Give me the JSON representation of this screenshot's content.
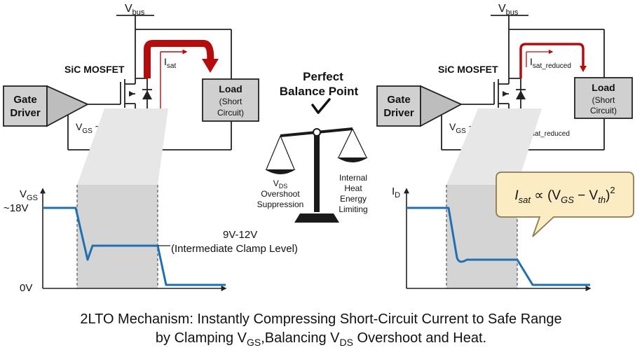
{
  "left_circuit": {
    "vbus": "V",
    "vbus_sub": "bus",
    "mosfet_label": "SiC MOSFET",
    "isat": "I",
    "isat_sub": "sat",
    "gate_line1": "Gate",
    "gate_line2": "Driver",
    "load_line1": "Load",
    "load_line2": "(Short",
    "load_line3": "Circuit)",
    "vgs": "V",
    "vgs_sub": "GS",
    "vgs_value": " ~18V"
  },
  "right_circuit": {
    "vbus": "V",
    "vbus_sub": "bus",
    "mosfet_label": "SiC MOSFET",
    "isat_top": "I",
    "isat_top_sub": "sat_reduced",
    "isat_bot": "I",
    "isat_bot_sub": "sat_reduced",
    "gate_line1": "Gate",
    "gate_line2": "Driver",
    "load_line1": "Load",
    "load_line2": "(Short",
    "load_line3": "Circuit)",
    "vgs": "V",
    "vgs_sub": "GS",
    "vgs_value": " ~18V"
  },
  "balance": {
    "title_line1": "Perfect",
    "title_line2": "Balance Point",
    "left_pan_v": "V",
    "left_pan_sub": "DS",
    "left_line2": "Overshoot",
    "left_line3": "Suppression",
    "right_line1": "Internal",
    "right_line2": "Heat",
    "right_line3": "Energy",
    "right_line4": "Limiting"
  },
  "left_graph": {
    "ylabel": "V",
    "ylabel_sub": "GS",
    "tick_top": "~18V",
    "tick_zero": "0V",
    "annot_line1": "9V-12V",
    "annot_line2": "(Intermediate Clamp Level)"
  },
  "right_graph": {
    "ylabel": "I",
    "ylabel_sub": "D",
    "formula_lhs": "I",
    "formula_lhs_sub": "sat",
    "formula_mid": " ∝ (V",
    "formula_vgs_sub": "GS",
    "formula_minus": " − V",
    "formula_vth_sub": "th",
    "formula_close": ")",
    "formula_exp": "2"
  },
  "caption": {
    "line1": "2LTO Mechanism: Instantly Compressing Short-Circuit Current to Safe Range",
    "line2_a": "by Clamping V",
    "line2_sub1": "GS",
    "line2_b": ",Balancing V",
    "line2_sub2": "DS",
    "line2_c": " Overshoot and Heat."
  },
  "colors": {
    "current_arrow": "#b50d0d",
    "waveform": "#1f6fb2",
    "shade": "#d4d4d4",
    "box_fill": "#d0d0d0",
    "callout_fill": "#fbecc3",
    "callout_stroke": "#8a7b50"
  }
}
